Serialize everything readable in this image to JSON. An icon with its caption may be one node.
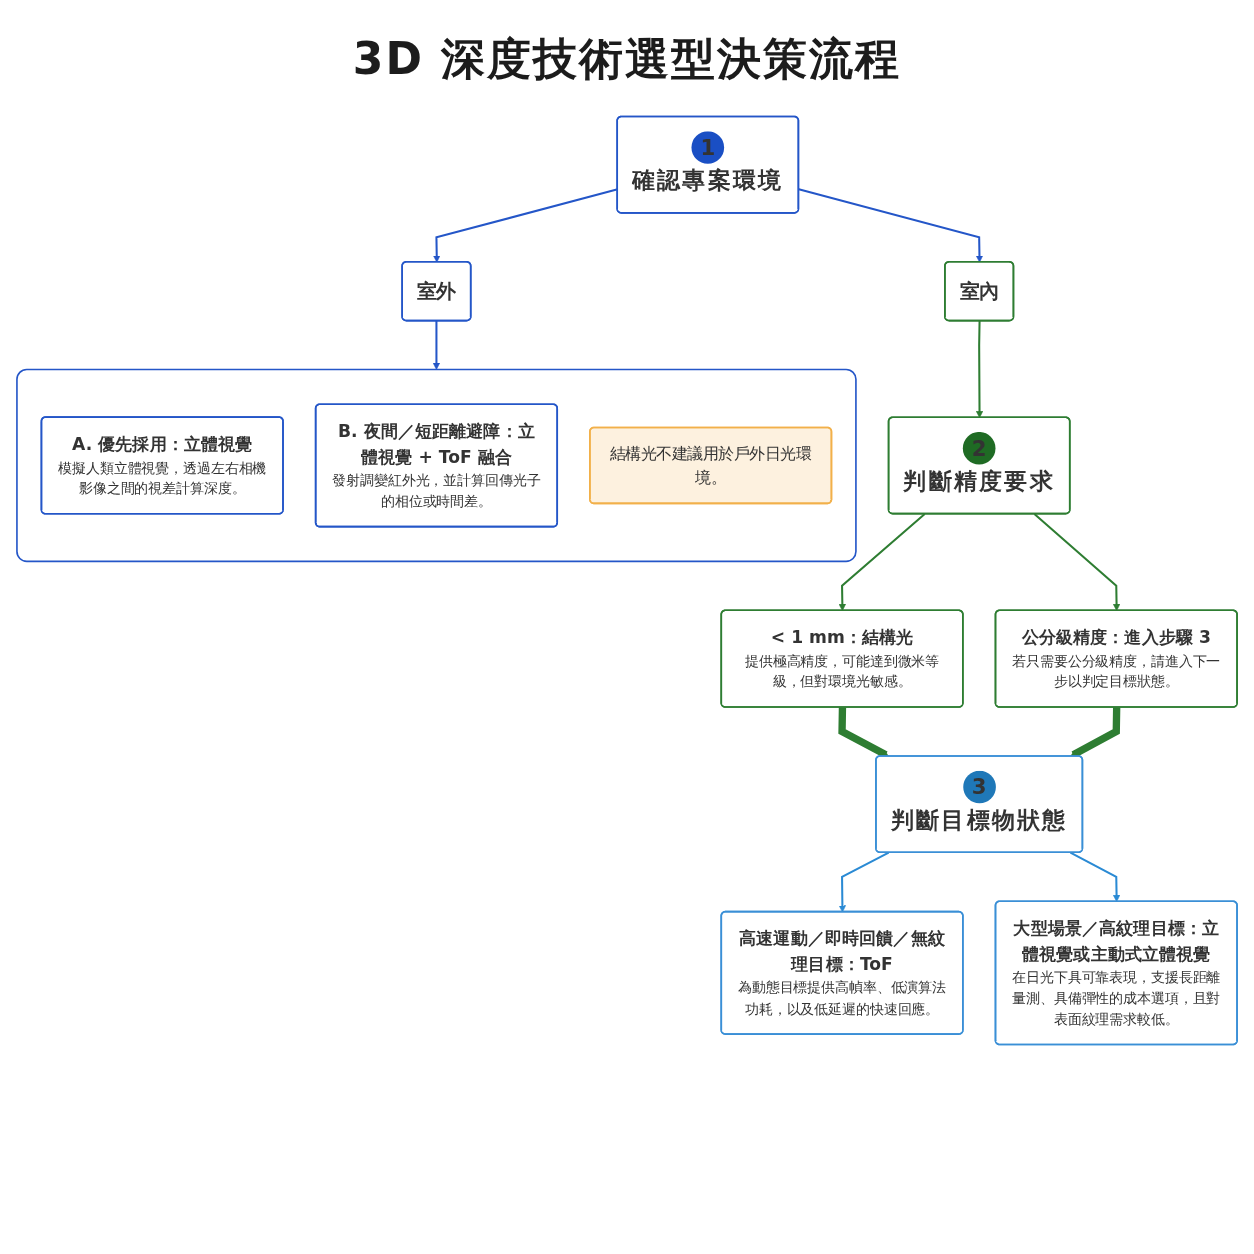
{
  "diagram": {
    "title": "3D 深度技術選型決策流程",
    "nodes": [
      {
        "text": [
          "1",
          "確認專案環境"
        ]
      },
      {
        "text": [
          "室外"
        ]
      },
      {
        "text": [
          "室內"
        ]
      },
      {
        "text": [],
        "shape": "box"
      },
      {
        "text": [
          "A. 優先採用：立體視覺",
          "模擬人類立體視覺，透過左右相機影像之間的視差計算深度。"
        ],
        "in": 3
      },
      {
        "text": [
          "B. 夜間／短距離避障：立體視覺 + ToF 融合",
          "發射調變紅外光，並計算回傳光子的相位或時間差。"
        ],
        "in": 3
      },
      {
        "text": [
          "結構光不建議用於戶外日光環境。"
        ],
        "in": 3
      },
      {
        "text": [
          "2",
          "判斷精度要求"
        ]
      },
      {
        "text": [
          "< 1 mm：結構光",
          "提供極高精度，可能達到微米等級，但對環境光敏感。"
        ]
      },
      {
        "text": [
          "公分級精度：進入步驟 3",
          "若只需要公分級精度，請進入下一步以判定目標狀態。"
        ]
      },
      {
        "text": [
          "3",
          "判斷目標物狀態"
        ]
      },
      {
        "text": [
          "高速運動／即時回饋／無紋理目標：ToF",
          "為動態目標提供高幀率、低演算法功耗，以及低延遲的快速回應。"
        ]
      },
      {
        "text": [
          "大型場景／高紋理目標：立體視覺或主動式立體視覺",
          "在日光下具可靠表現，支援長距離量測、具備彈性的成本選項，且對表面紋理需求較低。"
        ]
      }
    ],
    "edges": [
      {
        "from": 0,
        "to": 1,
        "arrow": "to",
        "color": "#2456c8"
      },
      {
        "from": 0,
        "to": 2,
        "arrow": "to",
        "color": "#2456c8"
      },
      {
        "from": 1,
        "to": 3,
        "arrow": "to",
        "color": "#2456c8"
      },
      {
        "from": 2,
        "to": 7,
        "arrow": "to"
      },
      {
        "from": 7,
        "to": 8,
        "arrow": "to"
      },
      {
        "from": 7,
        "to": 9,
        "arrow": "to"
      },
      {
        "from": 8,
        "to": 10,
        "arrow": "to",
        "style": "thick"
      },
      {
        "from": 9,
        "to": 10,
        "arrow": "to",
        "style": "thick"
      },
      {
        "from": 10,
        "to": 11,
        "arrow": "to",
        "color": "#2a8ad4"
      },
      {
        "from": 10,
        "to": 12,
        "arrow": "to",
        "color": "#2a8ad4"
      }
    ]
  }
}
